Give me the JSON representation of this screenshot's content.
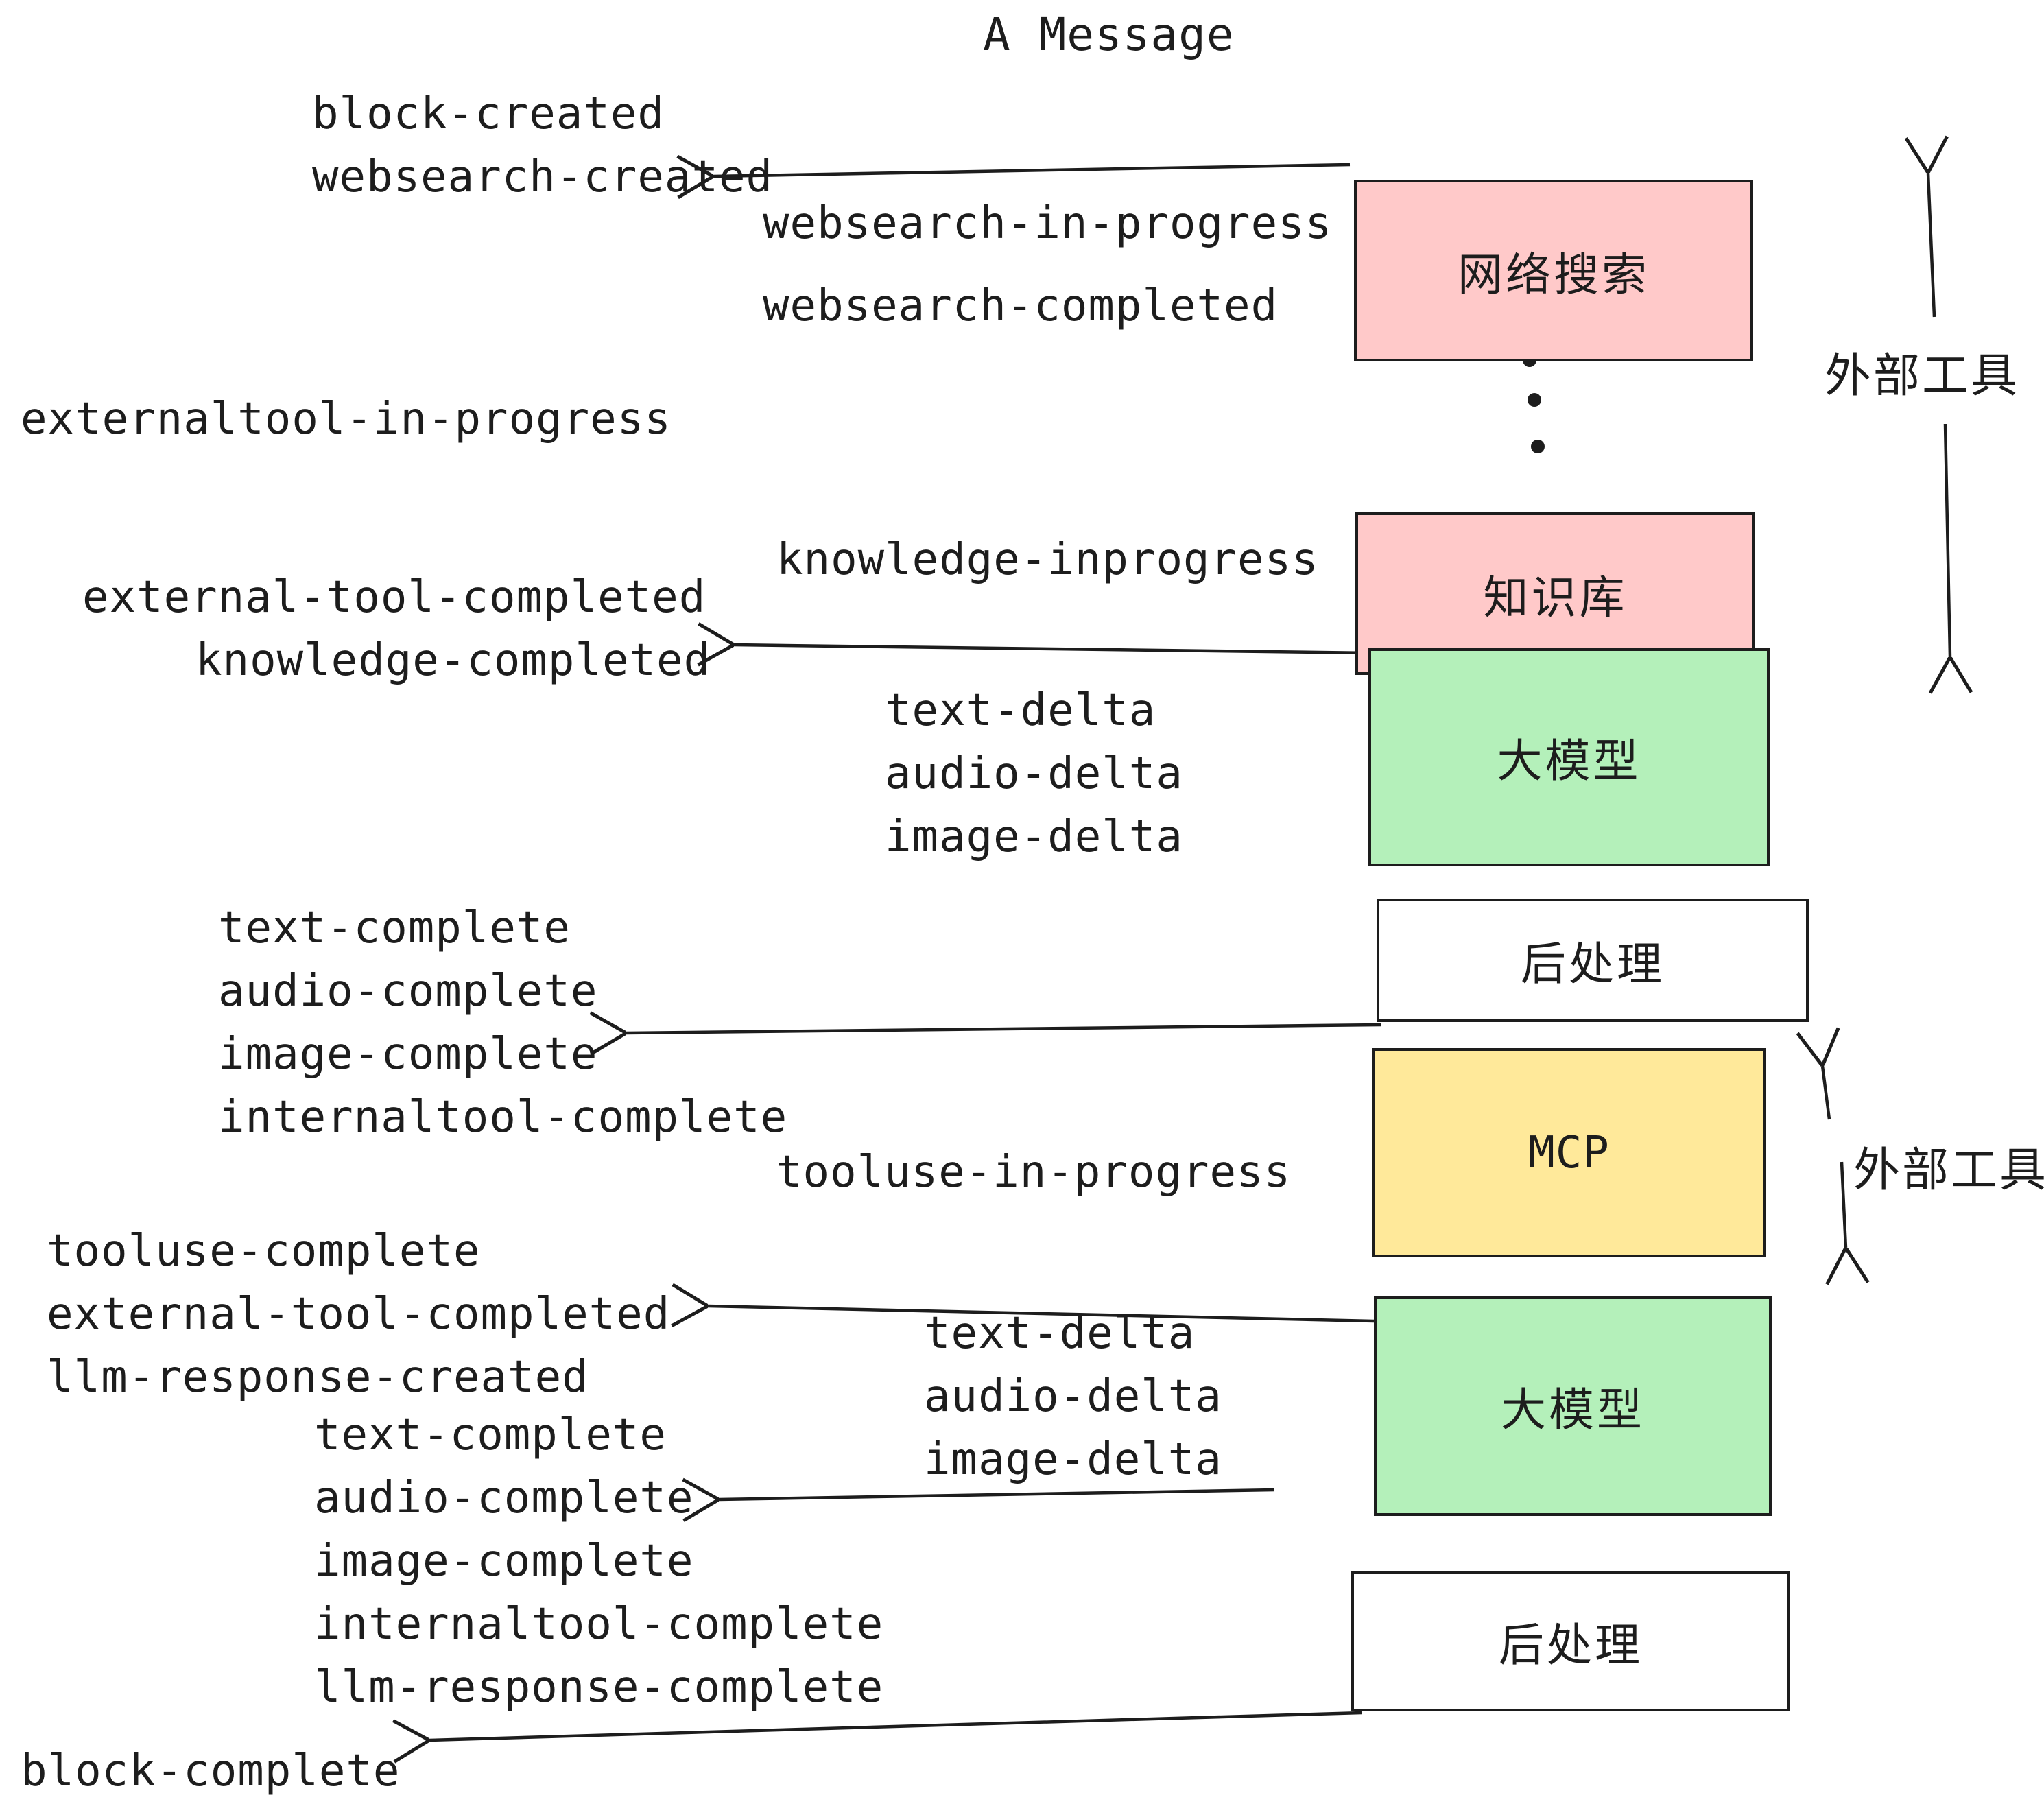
{
  "title": "A Message",
  "events": {
    "block_websearch_created": "block-created\nwebsearch-created",
    "websearch_in_progress": "websearch-in-progress",
    "websearch_completed": "websearch-completed",
    "externaltool_in_progress": "externaltool-in-progress",
    "external_tool_completed": "external-tool-completed",
    "knowledge_inprogress": "knowledge-inprogress",
    "knowledge_completed": "knowledge-completed",
    "delta_list_1": "text-delta\naudio-delta\nimage-delta",
    "complete_list_1": "text-complete\naudio-complete\nimage-complete\ninternaltool-complete",
    "tooluse_in_progress": "tooluse-in-progress",
    "tooluse_complete_list": "tooluse-complete\nexternal-tool-completed\nllm-response-created",
    "delta_list_2": "text-delta\naudio-delta\nimage-delta",
    "complete_list_2": "text-complete\naudio-complete\nimage-complete\ninternaltool-complete\nllm-response-complete",
    "block_complete": "block-complete"
  },
  "boxes": [
    {
      "id": "websearch",
      "label": "网络搜索",
      "color": "#ffc9c9"
    },
    {
      "id": "knowledge",
      "label": "知识库",
      "color": "#ffc9c9"
    },
    {
      "id": "llm-1",
      "label": "大模型",
      "color": "#b4f0ba"
    },
    {
      "id": "post-1",
      "label": "后处理",
      "color": "#ffffff"
    },
    {
      "id": "mcp",
      "label": "MCP",
      "color": "#ffe99a"
    },
    {
      "id": "llm-2",
      "label": "大模型",
      "color": "#b4f0ba"
    },
    {
      "id": "post-2",
      "label": "后处理",
      "color": "#ffffff"
    }
  ],
  "side_labels": {
    "external_tools_top": "外部工具",
    "external_tools_mid": "外部工具"
  },
  "colors": {
    "ink": "#1d1d1d",
    "pink": "#ffc9c9",
    "green": "#b4f0ba",
    "yellow": "#ffe99a",
    "white": "#ffffff"
  }
}
